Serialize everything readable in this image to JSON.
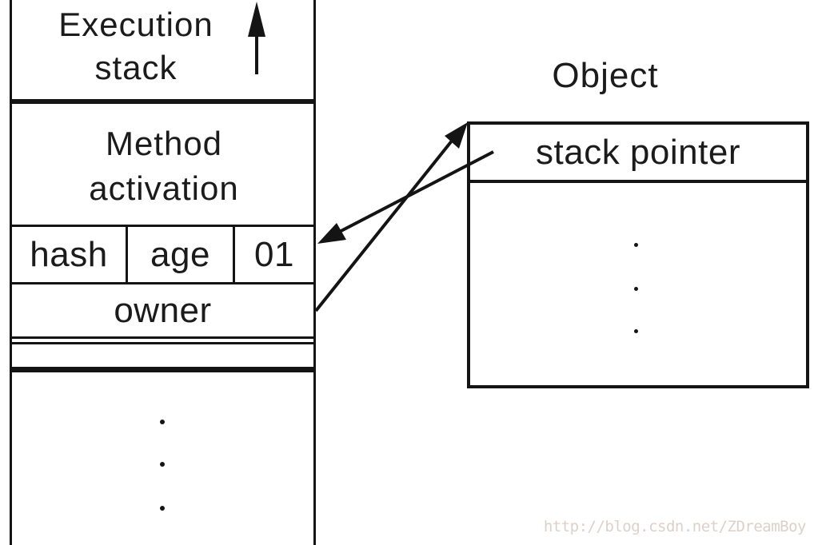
{
  "stack": {
    "title": "Execution stack",
    "method_activation": "Method activation",
    "fields": [
      "hash",
      "age",
      "01"
    ],
    "owner": "owner"
  },
  "object": {
    "title": "Object",
    "pointer_field": "stack pointer"
  },
  "watermark": "http://blog.csdn.net/ZDreamBoy",
  "colors": {
    "line": "#141414",
    "background": "#ffffff",
    "watermark": "#ddd0c9"
  }
}
